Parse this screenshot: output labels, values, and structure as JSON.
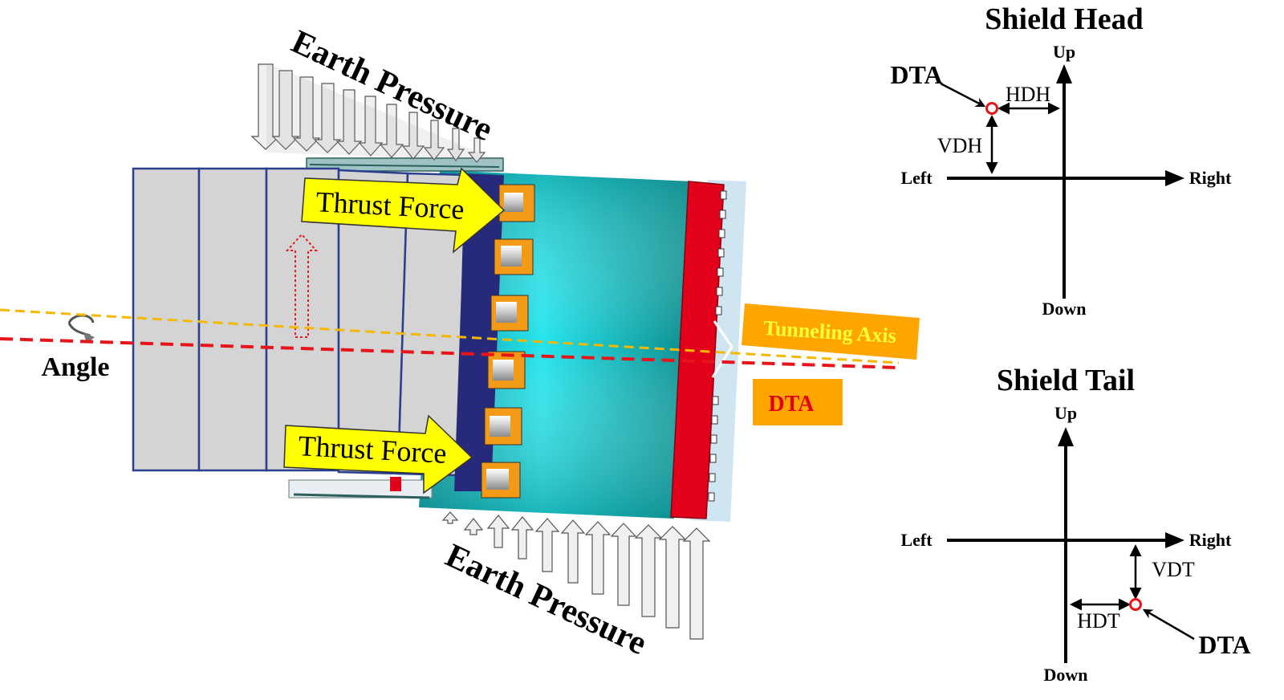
{
  "machine": {
    "earth_pressure_top": "Earth Pressure",
    "earth_pressure_bottom": "Earth Pressure",
    "thrust_force_top": "Thrust Force",
    "thrust_force_bottom": "Thrust Force",
    "angle_label": "Angle",
    "tunneling_axis_label": "Tunneling Axis",
    "dta_label": "DTA"
  },
  "shield_head": {
    "title": "Shield Head",
    "up": "Up",
    "down": "Down",
    "left": "Left",
    "right": "Right",
    "dta": "DTA",
    "horizontal_deviation": "HDH",
    "vertical_deviation": "VDH"
  },
  "shield_tail": {
    "title": "Shield Tail",
    "up": "Up",
    "down": "Down",
    "left": "Left",
    "right": "Right",
    "dta": "DTA",
    "horizontal_deviation": "HDT",
    "vertical_deviation": "VDT"
  },
  "colors": {
    "segment_fill": "#d4d4d4",
    "segment_stroke": "#2b3f8f",
    "shield_teal": "#18b7bd",
    "cutterhead_red": "#e2001a",
    "thrust_arrow": "#ffff00",
    "tunneling_axis_line": "#f5b800",
    "dta_line": "#e8141b",
    "axis_box": "#ffa500",
    "dta_point": "#e8141b"
  }
}
